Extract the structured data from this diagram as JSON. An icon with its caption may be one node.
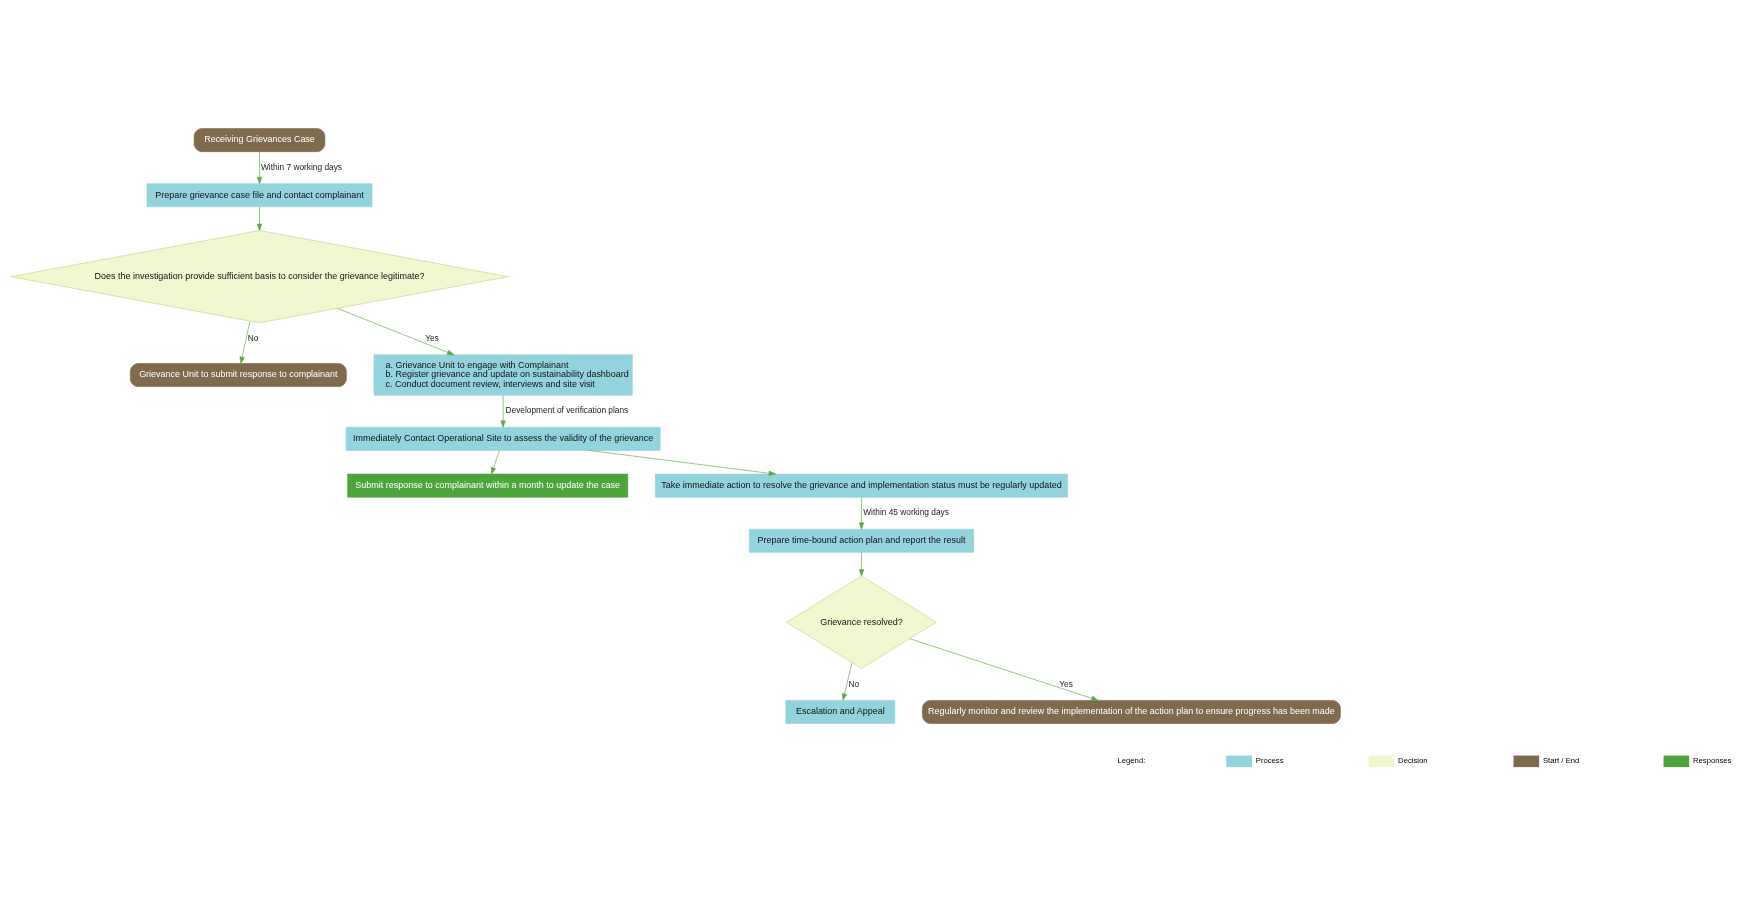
{
  "diagram": {
    "nodes": [
      {
        "text": [
          "Receiving Grievances Case"
        ]
      },
      {
        "text": [
          "Prepare grievance case file and contact complainant"
        ]
      },
      {
        "text": [
          "Does the investigation provide sufficient basis to consider the grievance legitimate?"
        ]
      },
      {
        "text": [
          "Grievance Unit to submit response to complainant"
        ]
      },
      {
        "text": [
          "a. Grievance Unit to engage with Complainant",
          "b. Register grievance and update on sustainability dashboard",
          "c. Conduct document review, interviews and site visit"
        ]
      },
      {
        "text": [
          "Immediately Contact Operational Site to assess the validity of the grievance"
        ]
      },
      {
        "text": [
          "Submit response to complainant within a month to update the case"
        ]
      },
      {
        "text": [
          "Take immediate action to resolve the grievance and implementation status must be regularly updated"
        ]
      },
      {
        "text": [
          "Prepare time-bound action plan and report the result"
        ]
      },
      {
        "text": [
          "Grievance resolved?"
        ]
      },
      {
        "text": [
          "Escalation and Appeal"
        ]
      },
      {
        "text": [
          "Regularly monitor and review the implementation of the action plan to ensure progress has been made"
        ]
      }
    ],
    "edges": [
      {
        "from": 0,
        "to": 1,
        "arrow": "to",
        "label": "Within 7 working days"
      },
      {
        "from": 1,
        "to": 2,
        "arrow": "to"
      },
      {
        "from": 2,
        "to": 3,
        "arrow": "to",
        "label": "No"
      },
      {
        "from": 2,
        "to": 4,
        "arrow": "to",
        "label": "Yes"
      },
      {
        "from": 4,
        "to": 5,
        "arrow": "to",
        "label": "Development of verification plans"
      },
      {
        "from": 5,
        "to": 6,
        "arrow": "to"
      },
      {
        "from": 5,
        "to": 7,
        "arrow": "to"
      },
      {
        "from": 7,
        "to": 8,
        "arrow": "to",
        "label": "Within 45 working days"
      },
      {
        "from": 8,
        "to": 9,
        "arrow": "to"
      },
      {
        "from": 9,
        "to": 10,
        "arrow": "to",
        "label": "No"
      },
      {
        "from": 9,
        "to": 11,
        "arrow": "to",
        "label": "Yes"
      }
    ],
    "labels": [
      "Legend:"
    ],
    "legend": [
      {
        "text": "Process",
        "color": "#92d3dd"
      },
      {
        "text": "Decision",
        "color": "#f3f7cf"
      },
      {
        "text": "Start / End",
        "color": "#7f6b4c"
      },
      {
        "text": "Responses",
        "color": "#4ea43c"
      }
    ]
  }
}
